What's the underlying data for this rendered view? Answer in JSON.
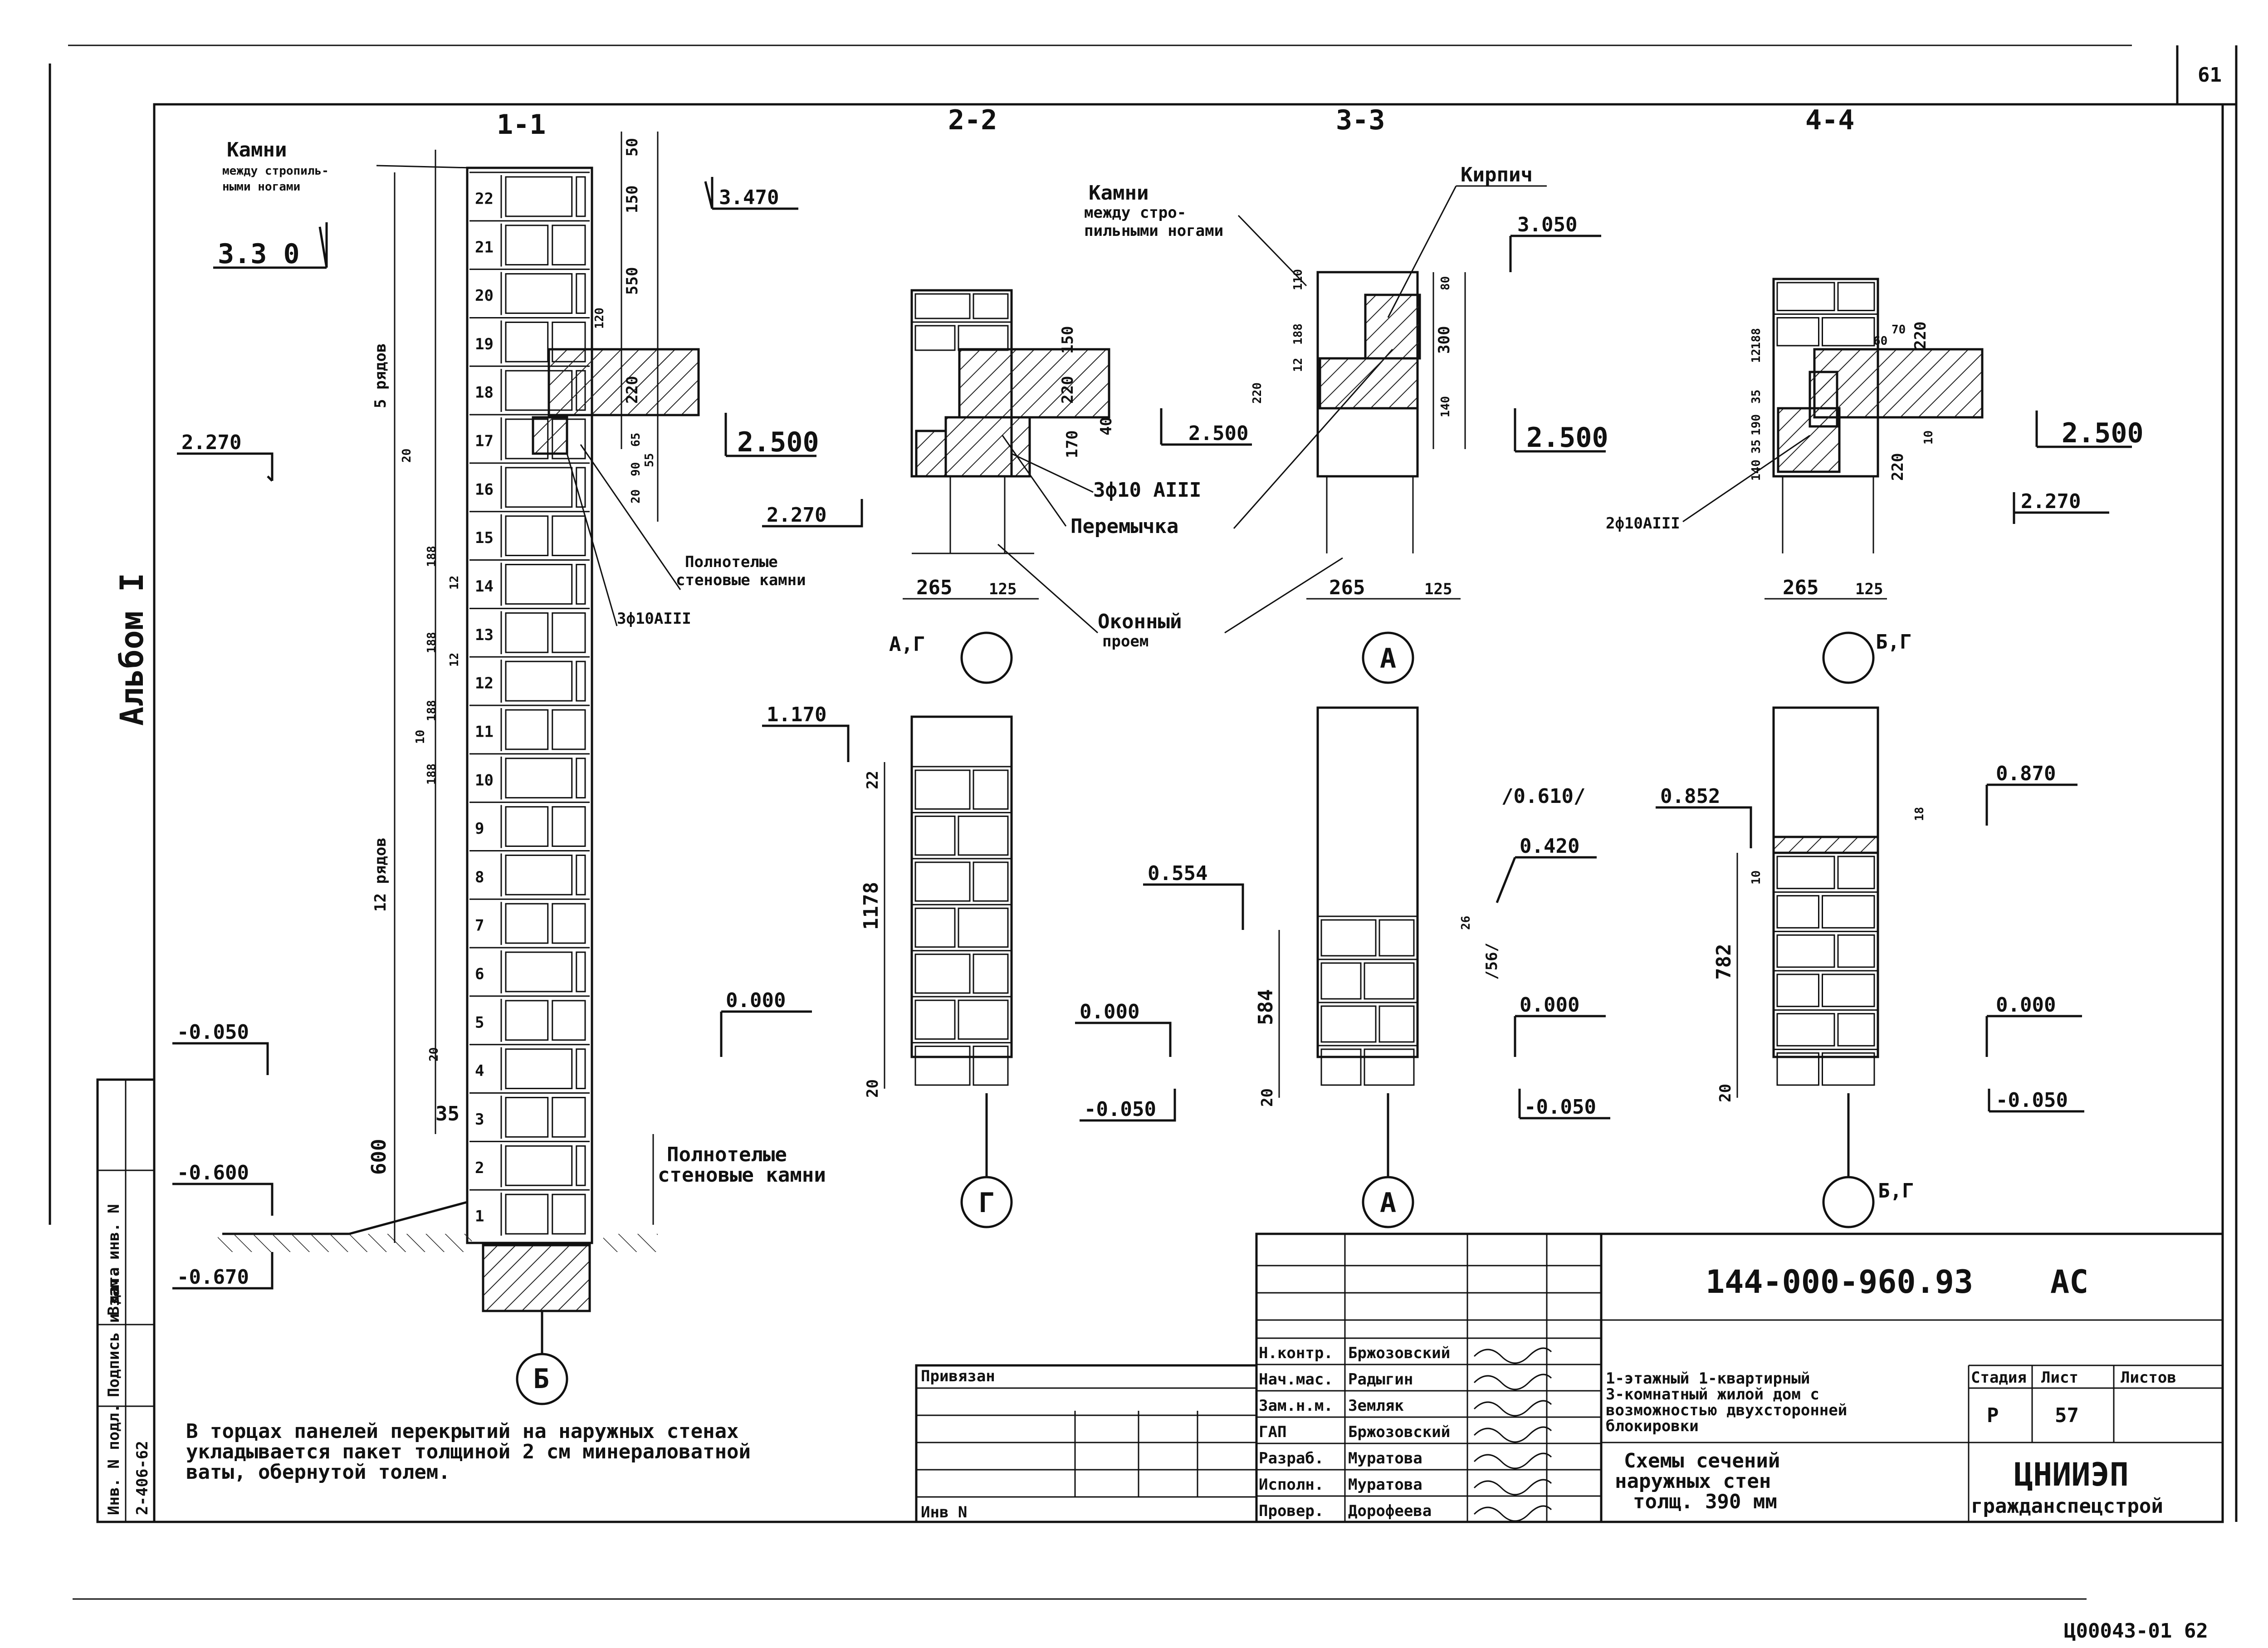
{
  "page_number": "61",
  "album_label": "Альбом I",
  "section_titles": [
    "1-1",
    "2-2",
    "3-3",
    "4-4"
  ],
  "section_1_1": {
    "callout_stones": [
      "Камни",
      "между стропиль-",
      "ными ногами"
    ],
    "levels": [
      "3.470",
      "3.3 0",
      "2.270",
      "-0.050",
      "-0.600",
      "-0.670",
      "0.000",
      "2.500"
    ],
    "row_count_labels": [
      "5 рядов",
      "12 рядов"
    ],
    "dims": [
      "50",
      "150",
      "550",
      "120",
      "220",
      "65",
      "90",
      "55",
      "20",
      "20",
      "188",
      "188",
      "188",
      "188",
      "12",
      "12",
      "10",
      "20",
      "35",
      "600"
    ],
    "course_numbers": [
      "22",
      "21",
      "20",
      "19",
      "18",
      "17",
      "16",
      "15",
      "14",
      "13",
      "12",
      "11",
      "10",
      "9",
      "8",
      "7",
      "6",
      "5",
      "4",
      "3",
      "2",
      "1"
    ],
    "callout_solid_stones": [
      "Полнотелые",
      "стеновые камни"
    ],
    "rebar": "3ф10АIII",
    "callout_solid_stones_bottom": [
      "Полнотелые",
      "стеновые камни"
    ],
    "axis": "Б"
  },
  "section_2_2": {
    "dims": [
      "150",
      "220",
      "170",
      "40",
      "265",
      "125"
    ],
    "levels": [
      "2.500",
      "2.270"
    ],
    "rebar": "3ф10 АIII",
    "lintel": "Перемычка",
    "window": [
      "Оконный",
      "проем"
    ],
    "axis_top": "А,Г",
    "level_bottom_top": "1.170",
    "dims_bottom": [
      "22",
      "1178",
      "20"
    ],
    "levels_bottom": [
      "0.000",
      "-0.050"
    ],
    "axis_bottom": "Г"
  },
  "section_3_3": {
    "callout_stones": [
      "Камни",
      "между стро-",
      "пильными ногами"
    ],
    "callout_brick": "Кирпич",
    "levels": [
      "3.050",
      "2.500"
    ],
    "dims": [
      "80",
      "110",
      "188",
      "300",
      "12",
      "220",
      "140",
      "265",
      "125"
    ],
    "axis_top": "А",
    "levels_bottom": [
      "/0.610/",
      "0.420",
      "0.554",
      "/56/",
      "0.000",
      "-0.050"
    ],
    "dims_bottom": [
      "26",
      "584",
      "20"
    ],
    "axis_bottom": "А"
  },
  "section_4_4": {
    "dims": [
      "188",
      "12",
      "35",
      "190",
      "35",
      "140",
      "60",
      "70",
      "220",
      "220",
      "10",
      "265",
      "125"
    ],
    "levels": [
      "2.500",
      "2.270"
    ],
    "rebar": "2ф10АIII",
    "axis_top": "Б,Г",
    "levels_bottom": [
      "0.852",
      "0.870",
      "0.000",
      "-0.050"
    ],
    "dims_bottom": [
      "18",
      "10",
      "782",
      "20"
    ],
    "axis_bottom": "Б,Г"
  },
  "note": [
    "В торцах панелей перекрытий на наружных стенах",
    "укладывается пакет толщиной 2 см минераловатной",
    "ваты, обернутой толем."
  ],
  "side_stamp": [
    "Инв. N подл.",
    "Подпись и дата",
    "Взам. инв. N",
    "2-406-62"
  ],
  "title_block": {
    "doc_code": "144-000-960.93",
    "doc_mark": "АС",
    "roles": [
      "Н.контр.",
      "Нач.мас.",
      "Зам.н.м.",
      "ГАП",
      "Разраб.",
      "Исполн.",
      "Провер."
    ],
    "names": [
      "Бржозовский",
      "Радыгин",
      "Земляк",
      "Бржозовский",
      "Муратова",
      "Муратова",
      "Дорофеева"
    ],
    "project_title": [
      "1-этажный 1-квартирный",
      "3-комнатный жилой дом с",
      "возможностью двухсторонней",
      "блокировки"
    ],
    "stage_header": "Стадия",
    "sheet_header": "Лист",
    "sheets_header": "Листов",
    "stage_value": "Р",
    "sheet_value": "57",
    "drawing_title": [
      "Схемы сечений",
      "наружных стен",
      "толщ. 390 мм"
    ],
    "org": [
      "ЦНИИЭП",
      "гражданспецстрой"
    ],
    "privyazan": "Привязан",
    "inv_n": "Инв N"
  },
  "footer_code": "Ц00043-01  62"
}
